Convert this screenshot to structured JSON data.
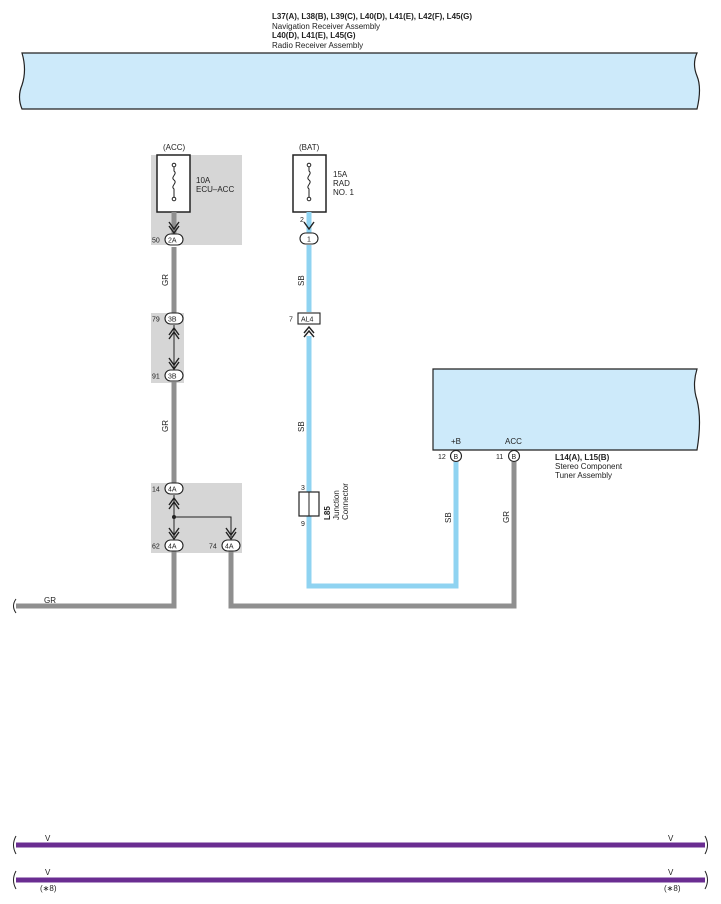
{
  "header": {
    "nav_codes": "L37(A), L38(B), L39(C), L40(D), L41(E), L42(F), L45(G)",
    "nav_name": "Navigation Receiver Assembly",
    "radio_codes": "L40(D), L41(E), L45(G)",
    "radio_name": "Radio Receiver Assembly"
  },
  "colors": {
    "body_fill": "#cdeafa",
    "gr_wire": "#8f8f8f",
    "sb_wire": "#8fd3f1",
    "v_wire": "#6a2d91",
    "junction_bg": "#d6d6d6"
  },
  "fuse_acc": {
    "source": "(ACC)",
    "rating": "10A",
    "name": "ECU–ACC",
    "pin": "50",
    "connector": "2A"
  },
  "fuse_bat": {
    "source": "(BAT)",
    "rating": "15A",
    "name_line1": "RAD",
    "name_line2": "NO. 1",
    "pin": "2",
    "connector": "1"
  },
  "block_3b": {
    "pin_top": "79",
    "pin_bottom": "91",
    "connector": "3B"
  },
  "block_4a": {
    "pin_top": "14",
    "pin_left": "62",
    "pin_right": "74",
    "connector": "4A"
  },
  "connector_al4": {
    "pin": "7",
    "code": "AL4"
  },
  "junction_l85": {
    "pin_top": "3",
    "pin_bottom": "9",
    "code": "L85",
    "name_line1": "Junction",
    "name_line2": "Connector"
  },
  "tuner": {
    "codes": "L14(A), L15(B)",
    "name_line1": "Stereo Component",
    "name_line2": "Tuner Assembly",
    "pin_b_label": "+B",
    "pin_b_num": "12",
    "pin_acc_label": "ACC",
    "pin_acc_num": "11",
    "connector": "B"
  },
  "wires": {
    "gr": "GR",
    "sb": "SB",
    "v": "V",
    "ref": "(∗8)"
  }
}
